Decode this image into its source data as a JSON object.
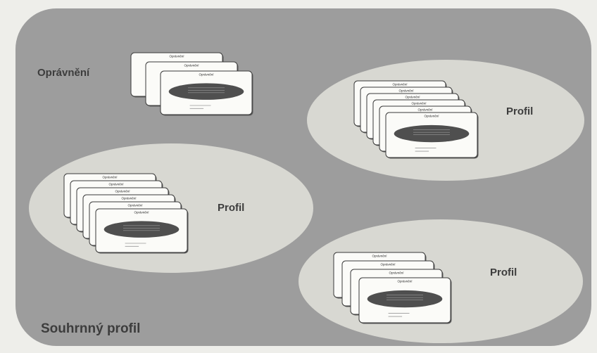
{
  "colors": {
    "page_background": "#eeeeea",
    "summary_panel": "#9d9d9d",
    "profile_ellipse": "#d8d8d2",
    "card": "#fbfbf8",
    "card_oval": "#4f4f4f",
    "label_text": "#3d3d3d"
  },
  "summary_profile": {
    "label": "Souhrnný profil"
  },
  "standalone_authorizations": {
    "label": "Oprávnění",
    "card_count": 3
  },
  "profiles": [
    {
      "label": "Profil",
      "card_count": 6
    },
    {
      "label": "Profil",
      "card_count": 6
    },
    {
      "label": "Profil",
      "card_count": 4
    }
  ],
  "card": {
    "title": "Oprávnění"
  }
}
